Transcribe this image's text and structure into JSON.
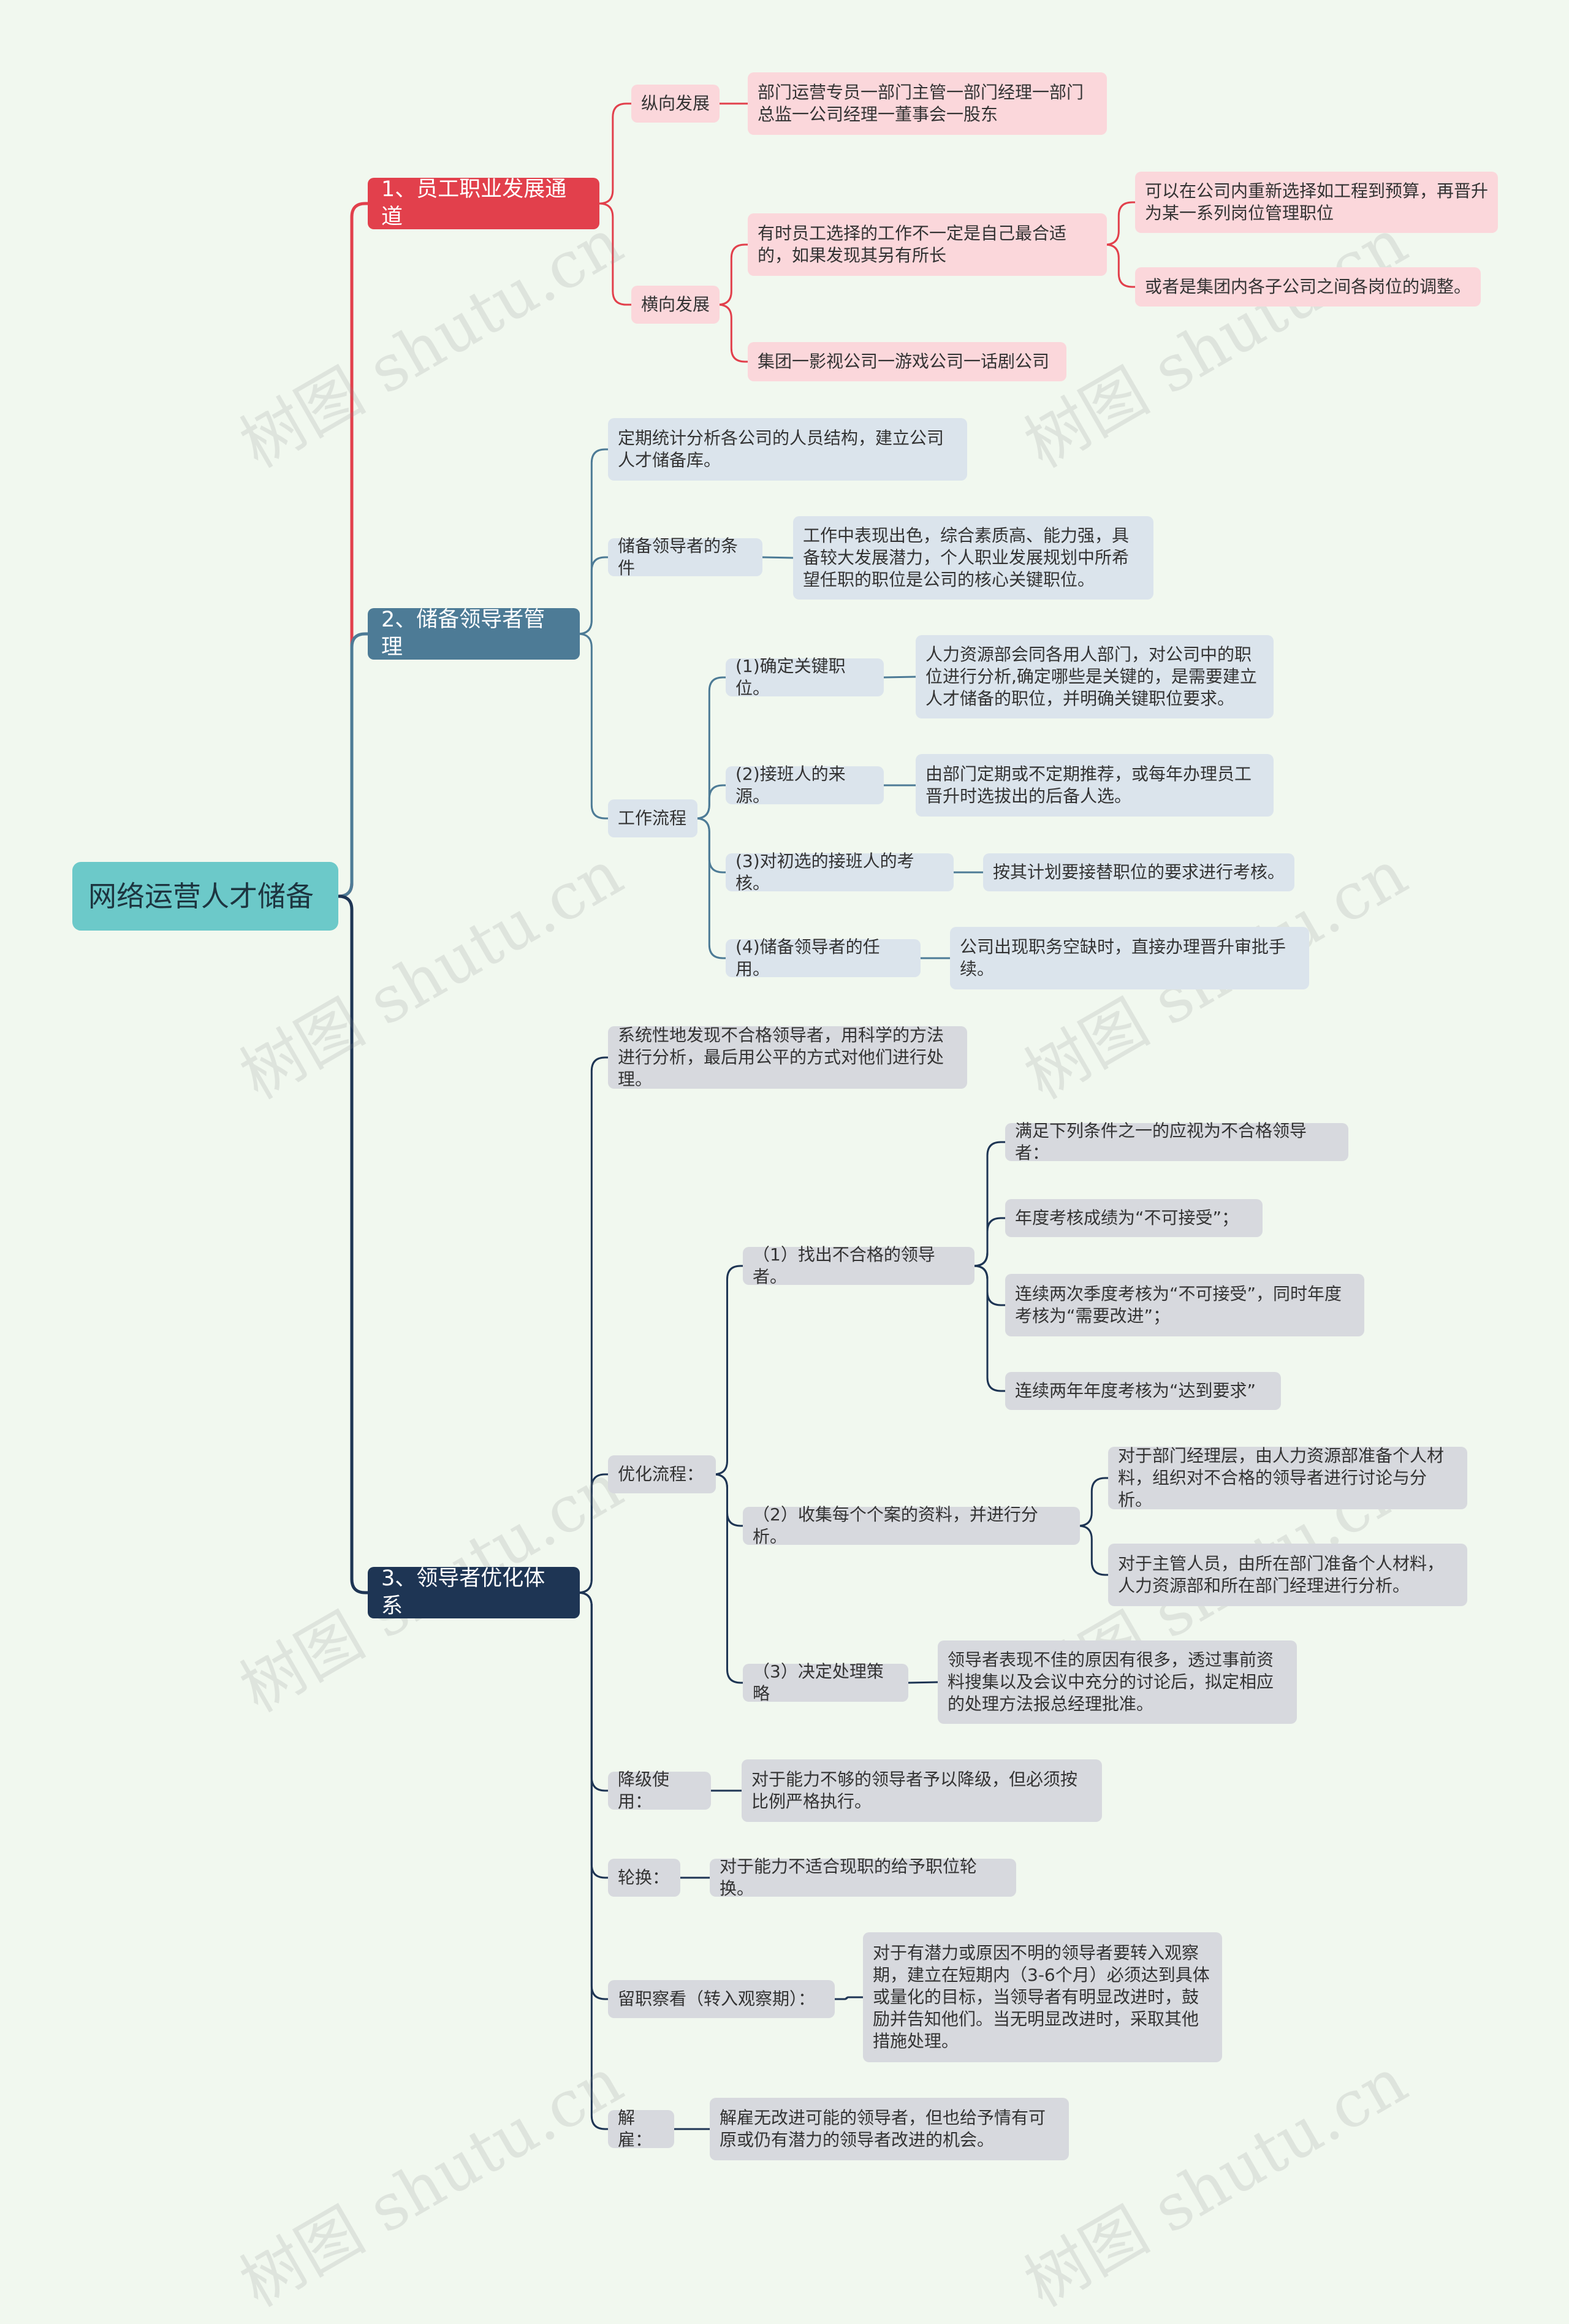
{
  "root": "网络运营人才储备",
  "b1": {
    "title": "1、员工职业发展通道",
    "vertical": "纵向发展",
    "vertical_text": "部门运营专员一部门主管一部门经理一部门总监一公司经理一董事会一股东",
    "horizontal": "横向发展",
    "h1": "有时员工选择的工作不一定是自己最合适的，如果发现其另有所长",
    "h1a": "可以在公司内重新选择如工程到预算，再晋升为某一系列岗位管理职位",
    "h1b": "或者是集团内各子公司之间各岗位的调整。",
    "h2": "集团一影视公司一游戏公司一话剧公司"
  },
  "b2": {
    "title": "2、储备领导者管理",
    "c1": "定期统计分析各公司的人员结构，建立公司人才储备库。",
    "c2": "储备领导者的条件",
    "c2a": "工作中表现出色，综合素质高、能力强，具备较大发展潜力，个人职业发展规划中所希望任职的职位是公司的核心关键职位。",
    "c3": "工作流程",
    "s1": "(1)确定关键职位。",
    "s1a": "人力资源部会同各用人部门，对公司中的职位进行分析,确定哪些是关键的，是需要建立人才储备的职位，并明确关键职位要求。",
    "s2": "(2)接班人的来源。",
    "s2a": "由部门定期或不定期推荐，或每年办理员工晋升时选拔出的后备人选。",
    "s3": "(3)对初选的接班人的考核。",
    "s3a": "按其计划要接替职位的要求进行考核。",
    "s4": "(4)储备领导者的任用。",
    "s4a": "公司出现职务空缺时，直接办理晋升审批手续。"
  },
  "b3": {
    "title": "3、领导者优化体系",
    "c1": "系统性地发现不合格领导者，用科学的方法进行分析，最后用公平的方式对他们进行处理。",
    "c2": "优化流程：",
    "p1": "（1）找出不合格的领导者。",
    "p1a": "满足下列条件之一的应视为不合格领导者：",
    "p1b": "年度考核成绩为“不可接受”；",
    "p1c": "连续两次季度考核为“不可接受”，同时年度考核为“需要改进”；",
    "p1d": "连续两年年度考核为“达到要求”",
    "p2": "（2）收集每个个案的资料，并进行分析。",
    "p2a": "对于部门经理层，由人力资源部准备个人材料，组织对不合格的领导者进行讨论与分析。",
    "p2b": "对于主管人员，由所在部门准备个人材料，人力资源部和所在部门经理进行分析。",
    "p3": "（3）决定处理策略",
    "p3a": "领导者表现不佳的原因有很多，透过事前资料搜集以及会议中充分的讨论后，拟定相应的处理方法报总经理批准。",
    "c3": "降级使用：",
    "c3a": "对于能力不够的领导者予以降级，但必须按比例严格执行。",
    "c4": "轮换：",
    "c4a": "对于能力不适合现职的给予职位轮换。",
    "c5": "留职察看（转入观察期）：",
    "c5a": "对于有潜力或原因不明的领导者要转入观察期，建立在短期内（3-6个月）必须达到具体或量化的目标，当领导者有明显改进时，鼓励并告知他们。当无明显改进时，采取其他措施处理。",
    "c6": "解雇：",
    "c6a": "解雇无改进可能的领导者，但也给予情有可原或仍有潜力的领导者改进的机会。"
  },
  "watermark": "树图 shutu.cn",
  "colors": {
    "red": "#e2404c",
    "steel": "#4d7b96",
    "navy": "#1e3554"
  }
}
